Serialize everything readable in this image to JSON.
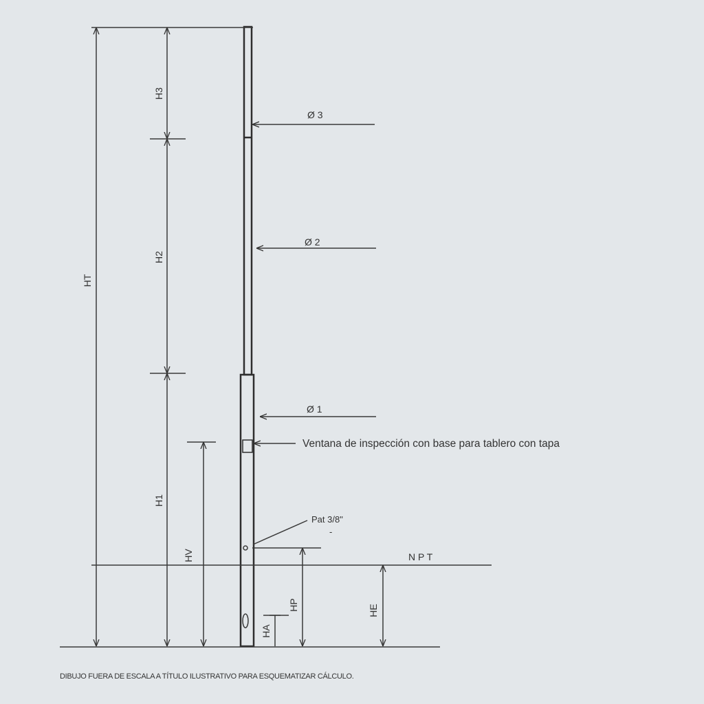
{
  "labels": {
    "ht": "HT",
    "h3": "H3",
    "h2": "H2",
    "h1": "H1",
    "hv": "HV",
    "hp": "HP",
    "ha": "HA",
    "he": "HE",
    "npt": "N P T",
    "d3": "Ø 3",
    "d2": "Ø 2",
    "d1": "Ø 1",
    "ventana": "Ventana de inspección con base para tablero con tapa",
    "pat": "Pat  3/8\"",
    "pat_mark": "-"
  },
  "footnote": "DIBUJO FUERA DE ESCALA A TÍTULO ILUSTRATIVO PARA ESQUEMATIZAR CÁLCULO."
}
